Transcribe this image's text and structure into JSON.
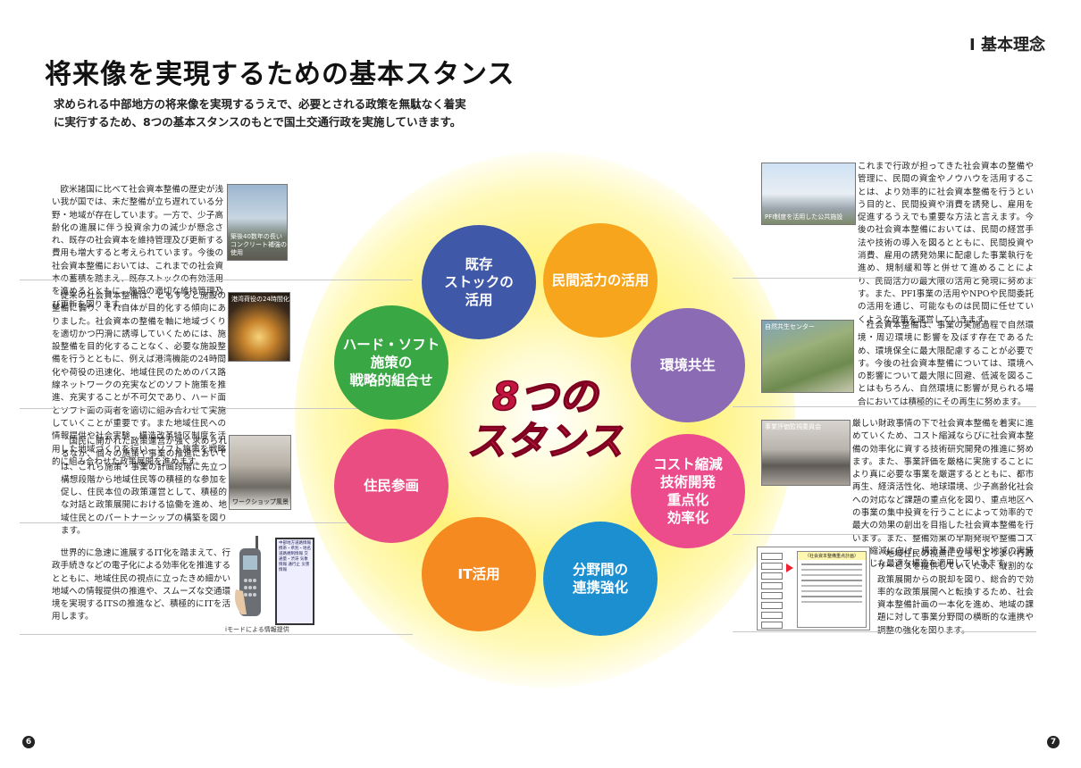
{
  "header": {
    "section": "Ⅰ 基本理念",
    "title": "将来像を実現するための基本スタンス",
    "lead": "求められる中部地方の将来像を実現するうえで、必要とされる政策を無駄なく着実に実行するため、8つの基本スタンスのもとで国土交通行政を実施していきます。"
  },
  "center": "8つの\nスタンス",
  "stances": [
    {
      "label": "既存\nストックの\n活用",
      "color": "#3f58a8"
    },
    {
      "label": "民間活力の活用",
      "color": "#f7a51c"
    },
    {
      "label": "環境共生",
      "color": "#8b6bb4"
    },
    {
      "label": "コスト縮減\n技術開発\n重点化\n効率化",
      "color": "#ec4b8c"
    },
    {
      "label": "分野間の\n連携強化",
      "color": "#1b8fd0"
    },
    {
      "label": "IT活用",
      "color": "#f58a21"
    },
    {
      "label": "住民参画",
      "color": "#ea4d82"
    },
    {
      "label": "ハード・ソフト\n施策の\n戦略的組合せ",
      "color": "#3aa745"
    }
  ],
  "blocks": {
    "b1": "欧米諸国に比べて社会資本整備の歴史が浅い我が国では、未だ整備が立ち遅れている分野・地域が存在しています。一方で、少子高齢化の進展に伴う投資余力の減少が懸念され、既存の社会資本を維持管理及び更新する費用も増大すると考えられています。今後の社会資本整備においては、これまでの社会資本の蓄積を踏まえ、既存ストックの有効活用を進めるとともに、施設の適切な維持管理及び更新を図ります。",
    "b2": "従来の社会資本整備は、ともすると施設の整備に偏り、それ自体が目的化する傾向にありました。社会資本の整備を軸に地域づくりを適切かつ円滑に誘導していくためには、施設整備を目的化することなく、必要な施設整備を行うとともに、例えば港湾機能の24時間化や荷役の迅速化、地域住民のためのバス路線ネットワークの充実などのソフト施策を推進、充実することが不可欠であり、ハード面とソフト面の両者を適切に組み合わせて実施していくことが重要です。また地域住民への情報提供や社会実験、構造改革特区制度を活用した地域づくりを行い、ソフト施策を戦略的に組み合わせた政策展開を進めます。",
    "b3": "国民に開かれた政策運営が強く求められるなか、個々の施策や事業の推進においては、これら施策・事業の計画段階に先立つ構想段階から地域住民等の積極的な参加を促し、住民本位の政策運営として、積極的な対話と政策展開における協働を進め、地域住民とのパートナーシップの構築を図ります。",
    "b4": "世界的に急速に進展するIT化を踏まえて、行政手続きなどの電子化による効率化を推進するとともに、地域住民の視点に立ったきめ細かい地域への情報提供の推進や、スムーズな交通環境を実現するITSの推進など、積極的にITを活用します。",
    "b5": "これまで行政が担ってきた社会資本の整備や管理に、民間の資金やノウハウを活用することは、より効率的に社会資本整備を行うという目的と、民間投資や消費を誘発し、雇用を促進するうえでも重要な方法と言えます。今後の社会資本整備においては、民間の経営手法や技術の導入を図るとともに、民間投資や消費、雇用の誘発効果に配慮した事業執行を進め、規制緩和等と併せて進めることにより、民間活力の最大限の活用と発現に努めます。また、PFI事業の活用やNPOや民間委託の活用を通じ、可能なものは民間に任せていくような政策を運営していきます。",
    "b6": "社会資本整備は、事業の実施過程で自然環境・周辺環境に影響を及ぼす存在であるため、環境保全に最大限配慮することが必要です。今後の社会資本整備については、環境への影響について最大限に回避、低減を図ることはもちろん、自然環境に影響が見られる場合においては積極的にその再生に努めます。",
    "b7": "厳しい財政事情の下で社会資本整備を着実に進めていくため、コスト縮減ならびに社会資本整備の効率化に資する技術研究開発の推進に努めます。また、事業評価を厳格に実施することにより真に必要な事業を厳選するとともに、都市再生、経済活性化、地球環境、少子高齢化社会への対応など課題の重点化を図り、重点地区への事業の集中投資を行うことによって効率的で最大の効果の創出を目指した社会資本整備を行います。また、整備効果の早期発現や整備コストの縮減に向け、構造基準の緩和や地域の実情に応じた最適な構造を適用していきます。",
    "b8": "地域住民の視点に立ってよりよい行政サービスを提供していくため、縦割的な政策展開からの脱却を図り、総合的で効率的な政策展開へと転換するため、社会資本整備計画の一本化を進め、地域の課題に対して事業分野間の横断的な連携や調整の強化を図ります。"
  },
  "captions": {
    "p1": "築後40数年の長いコンクリート補強の使用",
    "p2": "港湾荷役の24時間化",
    "p3": "ワークショップ風景",
    "p4": "iモードによる情報提供",
    "p5": "PFI制度を活用した公共施設",
    "p6": "自然共生センター",
    "p7": "事業評価監視委員会"
  },
  "phone_screen": "中部地方道路情報 携帯・県別・地名 道路規制情報 交通量・渋滞 気象情報 通行止 災害情報",
  "doc_title": "〈社会資本整備重点計画〉",
  "pages": {
    "left": "6",
    "right": "7"
  }
}
